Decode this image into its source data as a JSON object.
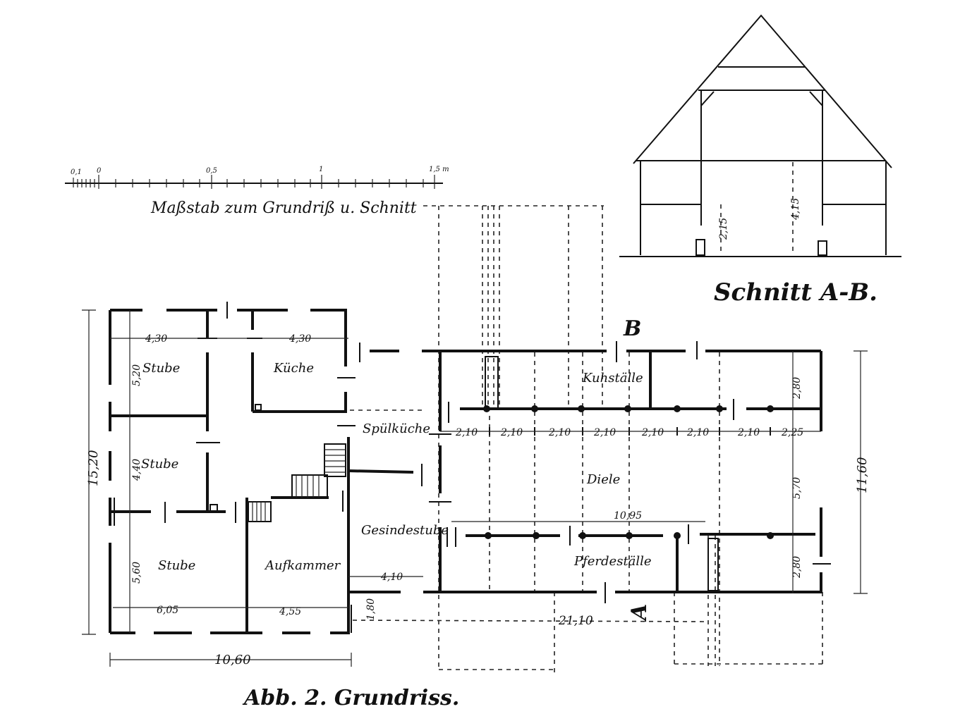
{
  "scale_bar": {
    "ticks": [
      "0,1",
      "0",
      "0,5",
      "1",
      "1,5 m"
    ],
    "caption": "Maßstab zum Grundriß u. Schnitt"
  },
  "section": {
    "title": "Schnitt A-B.",
    "dims": [
      "2,15",
      "4,15"
    ]
  },
  "plan": {
    "title": "Abb. 2. Grundriss.",
    "markers": {
      "a": "A",
      "b": "B"
    },
    "rooms": {
      "stube_top": "Stube",
      "kueche": "Küche",
      "stube_mid": "Stube",
      "stube_bottom": "Stube",
      "aufkammer": "Aufkammer",
      "spuelkueche": "Spülküche",
      "gesindestube": "Gesindestube",
      "kuhstaelle": "Kuhställe",
      "diele": "Diele",
      "pferdestaelle": "Pferdeställe"
    },
    "dims": {
      "stube_w": "4,30",
      "kueche_w": "4,30",
      "stube_top_h": "5,20",
      "stube_mid_h": "4,40",
      "stube_bottom_h": "5,60",
      "total_h": "15,20",
      "stube_bottom_w": "6,05",
      "aufkammer_w": "4,55",
      "total_w": "10,60",
      "gesinde_w": "4,10",
      "gesinde_h": "1,80",
      "barn_len": "21,10",
      "bay_1": "2,10",
      "bay_2": "2,10",
      "bay_3": "2,10",
      "bay_4": "2,10",
      "bay_5": "2,10",
      "bay_6": "2,10",
      "bay_7": "2,10",
      "bay_8": "2,25",
      "kuh_depth": "2,80",
      "diele_w": "5,70",
      "barn_w": "11,60",
      "diele_len": "10,95",
      "pferd_depth": "2,80"
    }
  }
}
